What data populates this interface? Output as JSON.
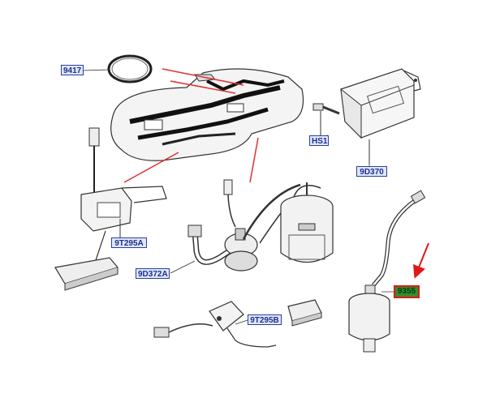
{
  "labels": {
    "p9417": "9417",
    "hs1": "HS1",
    "p9d370": "9D370",
    "p9t295a": "9T295A",
    "p9d372a": "9D372A",
    "p9t295b": "9T295B",
    "p9355": "9355"
  },
  "colors": {
    "blue_label": "#2a3f9e",
    "green_label": "#2e8a2e",
    "highlight": "#e01818",
    "leader_red": "#e03030"
  }
}
